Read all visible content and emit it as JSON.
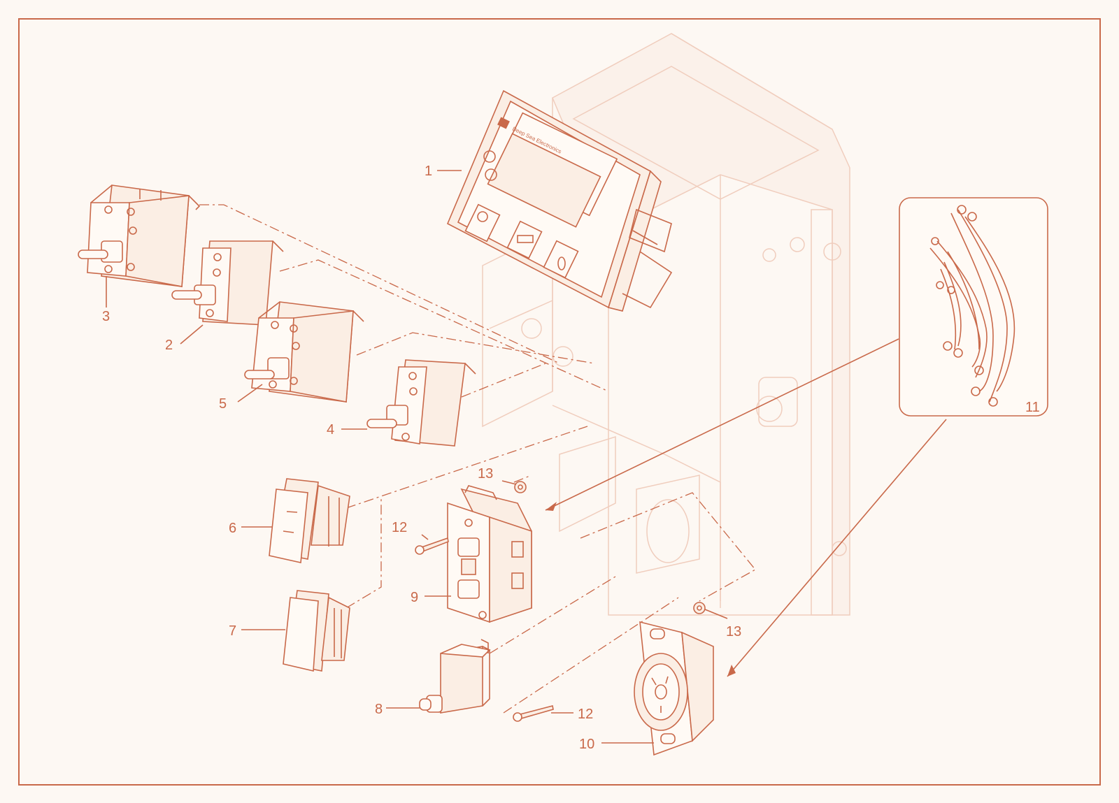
{
  "diagram": {
    "callouts": [
      {
        "id": "c1",
        "text": "1"
      },
      {
        "id": "c2",
        "text": "2"
      },
      {
        "id": "c3",
        "text": "3"
      },
      {
        "id": "c4",
        "text": "4"
      },
      {
        "id": "c5",
        "text": "5"
      },
      {
        "id": "c6",
        "text": "6"
      },
      {
        "id": "c7",
        "text": "7"
      },
      {
        "id": "c8",
        "text": "8"
      },
      {
        "id": "c9",
        "text": "9"
      },
      {
        "id": "c10",
        "text": "10"
      },
      {
        "id": "c11",
        "text": "11"
      },
      {
        "id": "c12a",
        "text": "12"
      },
      {
        "id": "c12b",
        "text": "12"
      },
      {
        "id": "c13a",
        "text": "13"
      },
      {
        "id": "c13b",
        "text": "13"
      }
    ],
    "controller_brand": "Deep Sea Electronics",
    "colors": {
      "line": "#c9694a",
      "background": "#fdf8f3",
      "ghost": "#f0cdbd"
    }
  }
}
